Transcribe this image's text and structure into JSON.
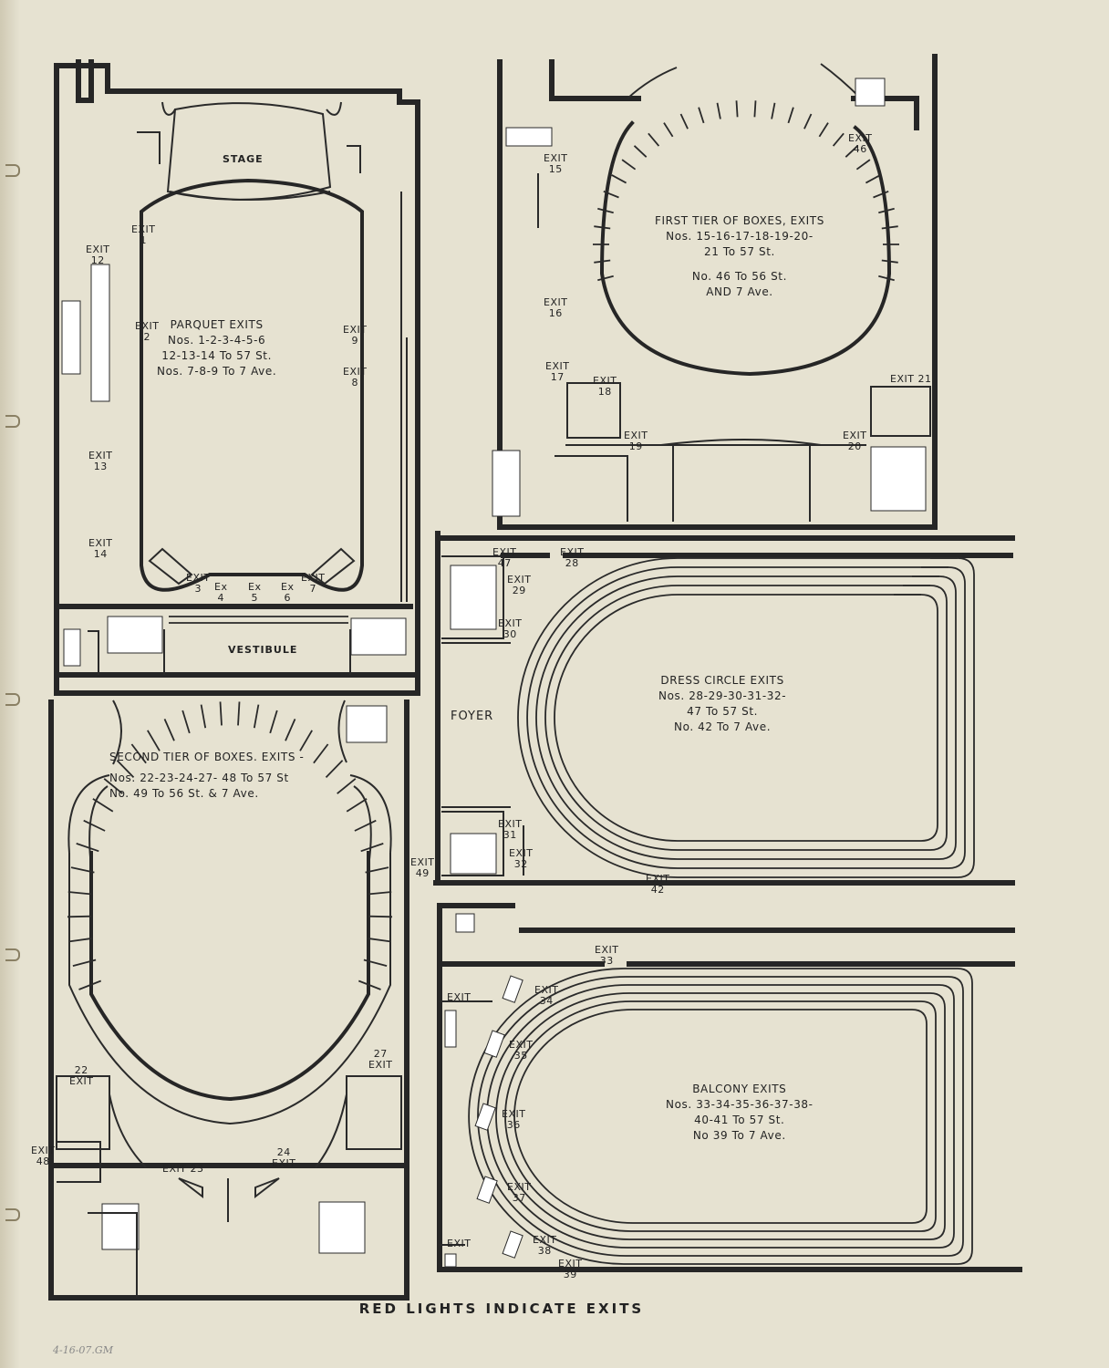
{
  "caption": "RED LIGHTS INDICATE EXITS",
  "handwritten_note": "4-16-07.GM",
  "parquet": {
    "room_stage": "STAGE",
    "room_vestibule": "VESTIBULE",
    "title_lines": [
      "PARQUET EXITS",
      "Nos. 1-2-3-4-5-6",
      "12-13-14 To 57 St.",
      "Nos. 7-8-9 To 7 Ave."
    ],
    "exit_labels": {
      "e1": "EXIT\n1",
      "e2": "EXIT\n2",
      "e3": "EXIT\n3",
      "e4": "Ex\n4",
      "e5": "Ex\n5",
      "e6": "Ex\n6",
      "e7": "EXIT\n7",
      "e8": "EXIT\n8",
      "e9": "EXIT\n9",
      "e12": "EXIT\n12",
      "e13": "EXIT\n13",
      "e14": "EXIT\n14"
    }
  },
  "first_tier": {
    "title_lines": [
      "FIRST TIER OF BOXES, EXITS",
      "Nos. 15-16-17-18-19-20-",
      "21 To 57 St.",
      "No. 46 To 56 St.",
      "AND 7 Ave."
    ],
    "exit_labels": {
      "e15": "EXIT\n15",
      "e16": "EXIT\n16",
      "e17": "EXIT\n17",
      "e18": "EXIT\n18",
      "e19": "EXIT\n19",
      "e20": "EXIT\n20",
      "e21": "EXIT 21",
      "e46": "EXIT\n46"
    }
  },
  "second_tier": {
    "title_lines": [
      "SECOND TIER OF BOXES. EXITS -",
      "Nos. 22-23-24-27- 48 To 57 St",
      "No. 49 To 56 St. & 7 Ave."
    ],
    "exit_labels": {
      "e22": "22\nEXIT",
      "e23": "EXIT 23",
      "e24": "24\nEXIT",
      "e27": "27\nEXIT",
      "e48": "EXIT\n48",
      "e49": "EXIT\n49"
    }
  },
  "dress_circle": {
    "room_foyer": "FOYER",
    "title_lines": [
      "DRESS CIRCLE EXITS",
      "Nos. 28-29-30-31-32-",
      "47 To 57 St.",
      "No. 42 To 7 Ave."
    ],
    "exit_labels": {
      "e28": "EXIT\n28",
      "e29": "EXIT\n29",
      "e30": "EXIT\n30",
      "e31": "EXIT\n31",
      "e32": "EXIT\n32",
      "e42": "EXIT\n42",
      "e47": "EXIT\n47"
    }
  },
  "balcony": {
    "title_lines": [
      "BALCONY EXITS",
      "Nos. 33-34-35-36-37-38-",
      "40-41 To 57 St.",
      "No 39 To 7 Ave."
    ],
    "exit_labels": {
      "e33": "EXIT\n33",
      "e34": "EXIT\n34",
      "e35": "EXIT\n35",
      "e36": "EXIT\n36",
      "e37": "EXIT\n37",
      "e38": "EXIT\n38",
      "e39": "EXIT\n39",
      "e40": "EXIT",
      "e41": "EXIT"
    }
  }
}
